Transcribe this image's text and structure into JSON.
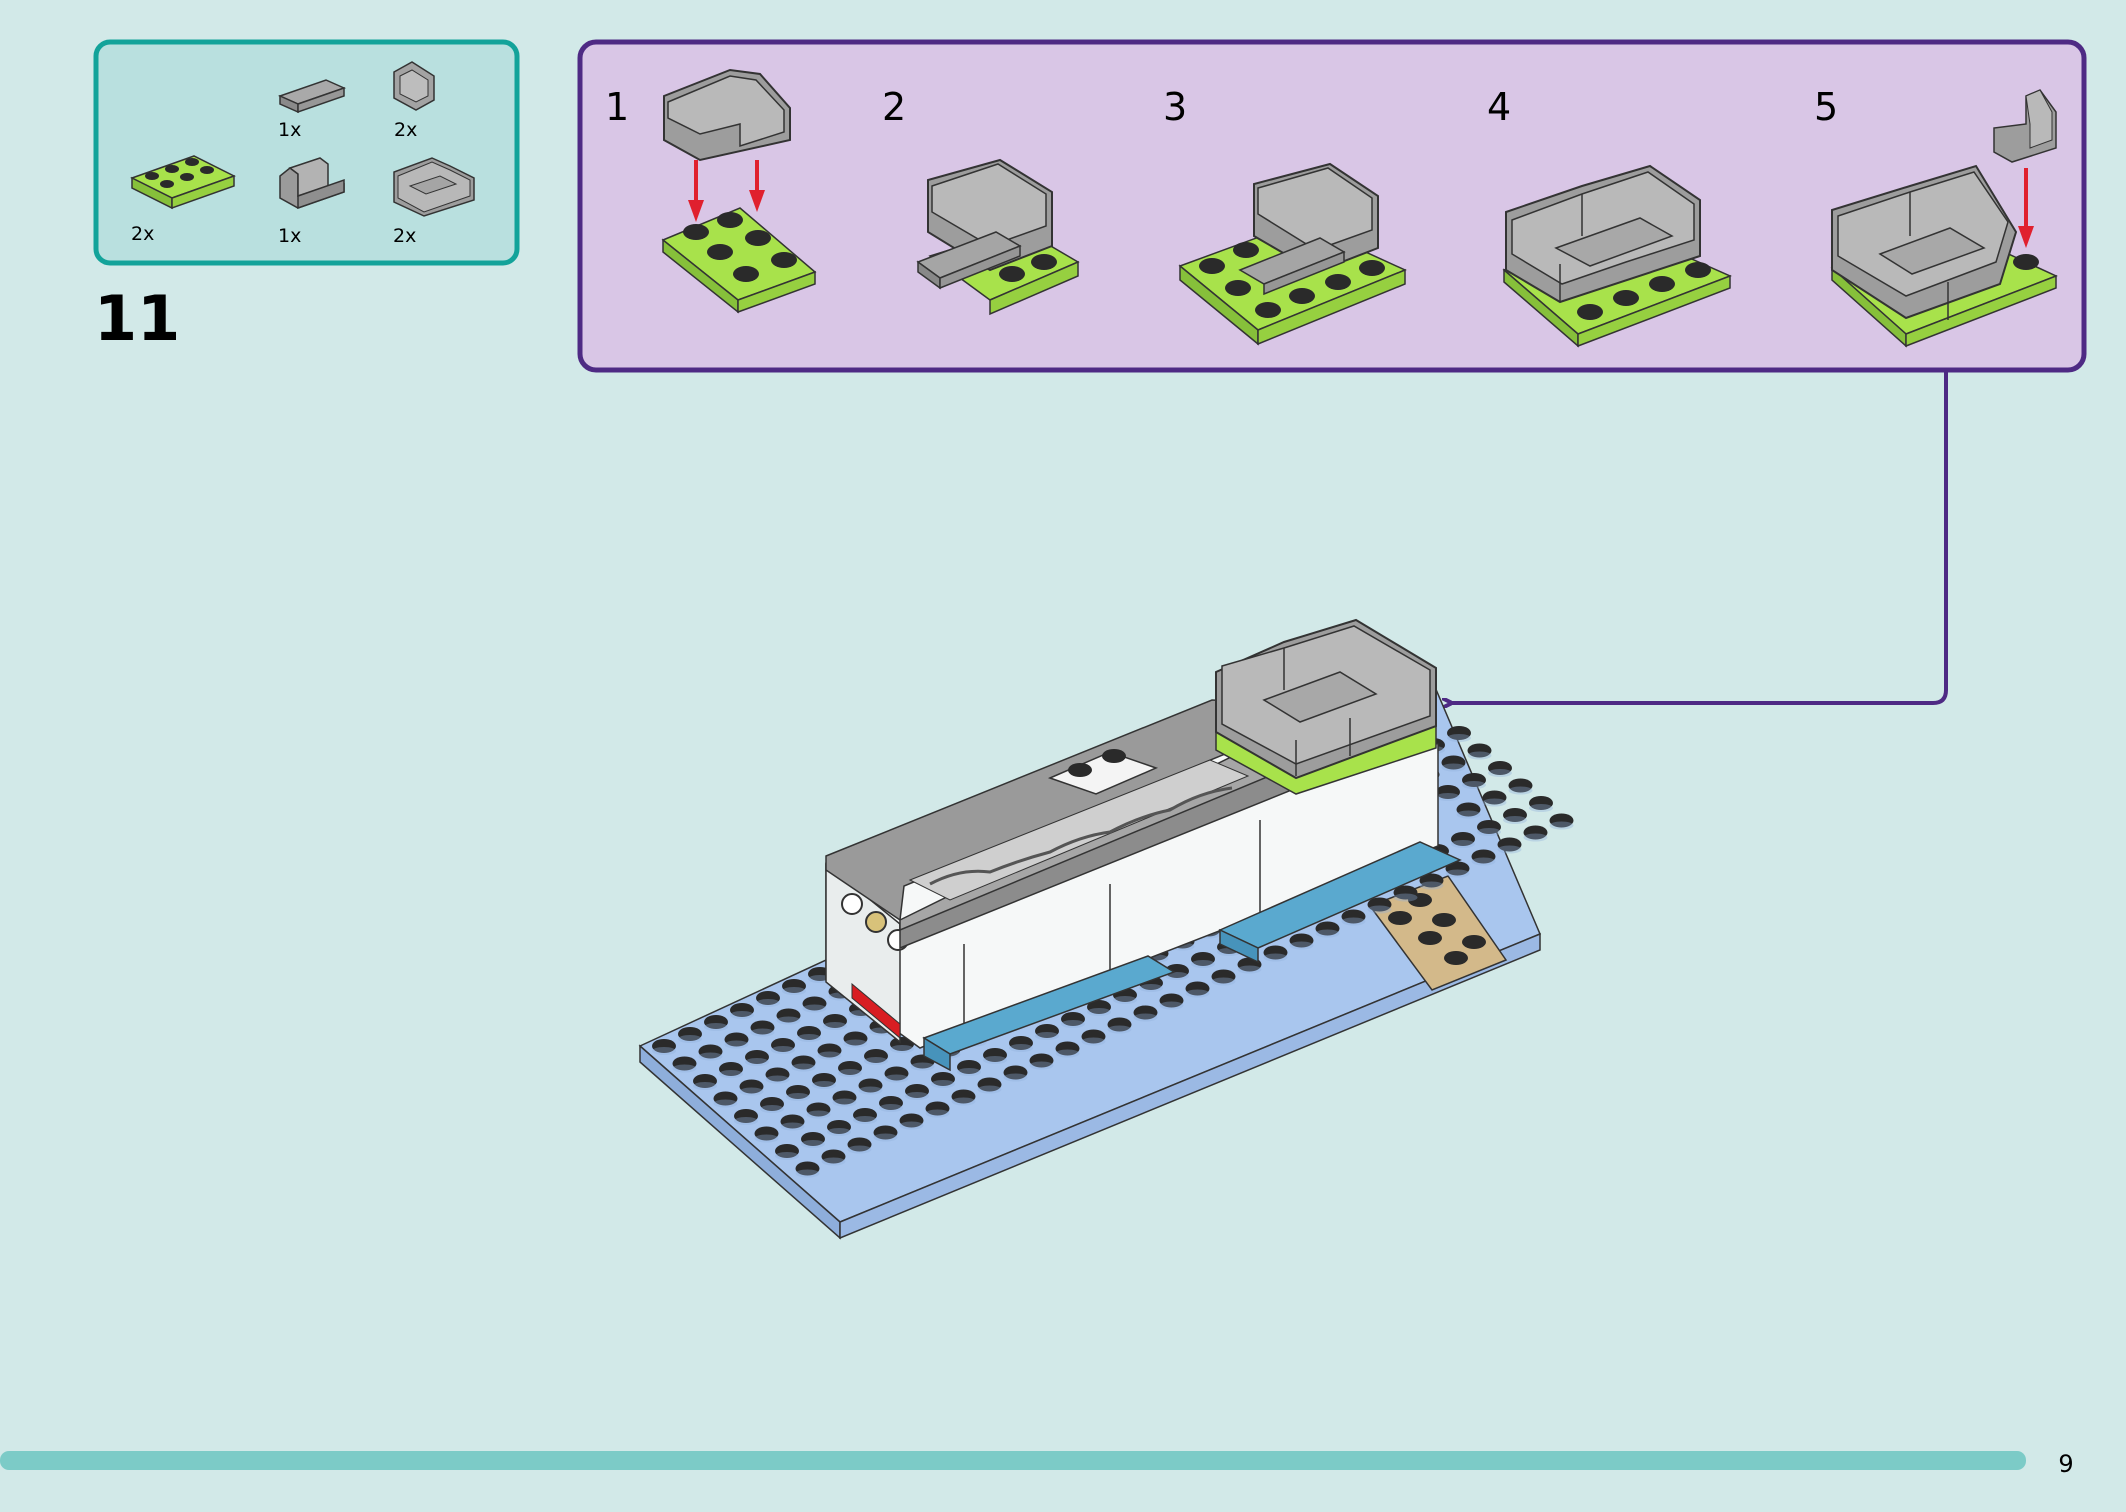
{
  "parts_list": {
    "items": [
      {
        "qty": "2x",
        "part": "lime green 2x3 plate"
      },
      {
        "qty": "1x",
        "part": "dark grey 1x2 tile"
      },
      {
        "qty": "2x",
        "part": "dark grey corner panel"
      },
      {
        "qty": "1x",
        "part": "dark grey 1x2 panel"
      },
      {
        "qty": "2x",
        "part": "dark grey corner sofa panel"
      }
    ]
  },
  "step": {
    "number": "11"
  },
  "substeps": [
    "1",
    "2",
    "3",
    "4",
    "5"
  ],
  "page": {
    "number": "9"
  },
  "colors": {
    "background": "#d2e9e8",
    "parts_box_fill": "#b9e0df",
    "parts_box_border": "#13a39a",
    "substep_box_fill": "#d9c6e6",
    "substep_box_border": "#4e2a84",
    "lime": "#a8e24b",
    "grey": "#9a9a9a",
    "baseplate": "#a9c6ee",
    "blue_tile": "#5aa9cf",
    "tan": "#d3b98a",
    "arrow_red": "#e0202e",
    "footer_bar": "#7ccbc7"
  }
}
